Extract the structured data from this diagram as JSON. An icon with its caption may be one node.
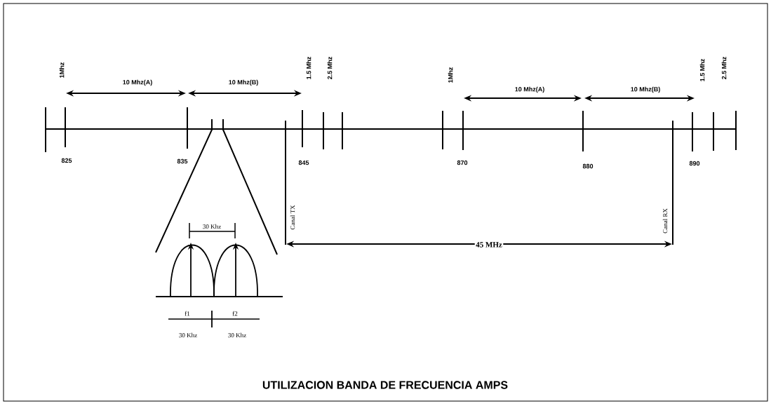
{
  "diagram": {
    "title": "UTILIZACION BANDA DE FRECUENCIA AMPS",
    "labels": [
      "1Mhz",
      "10 Mhz(A)",
      "10 Mhz(B)",
      "1.5 Mhz",
      "2.5 Mhz",
      "1Mhz",
      "10 Mhz(A)",
      "10 Mhz(B)",
      "1.5 Mhz",
      "2.5 Mhz",
      "825",
      "835",
      "845",
      "870",
      "880",
      "890",
      "Canal TX",
      "30 Khz",
      "Canal RX",
      "45 MHz",
      "f1",
      "f2",
      "30 Khz",
      "30 Khz"
    ]
  }
}
